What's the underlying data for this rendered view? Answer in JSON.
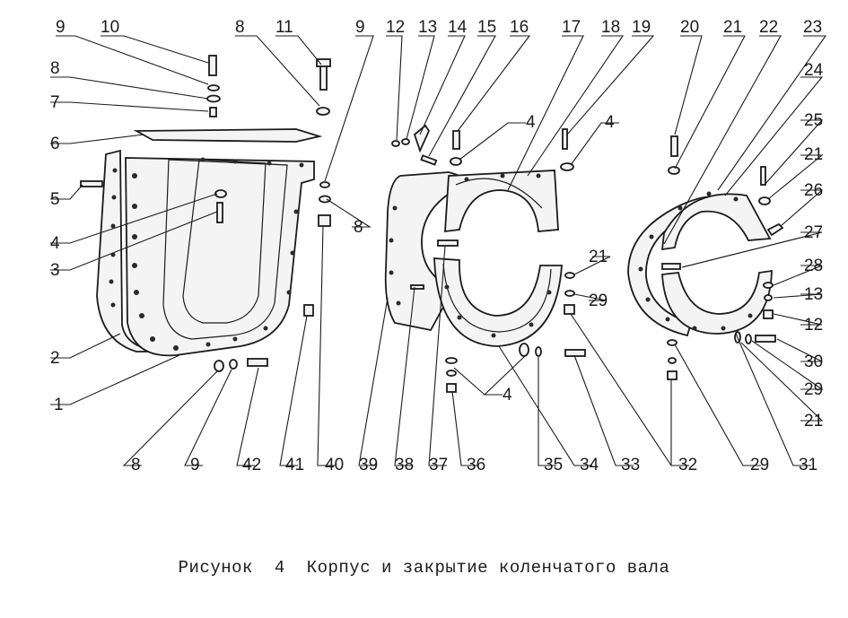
{
  "figure": {
    "caption_prefix": "Рисунок",
    "caption_number": "4",
    "caption_title": "Корпус и закрытие коленчатого вала"
  },
  "callouts": [
    {
      "id": "c-top-9a",
      "label": "9"
    },
    {
      "id": "c-top-10",
      "label": "10"
    },
    {
      "id": "c-top-8a",
      "label": "8"
    },
    {
      "id": "c-top-11",
      "label": "11"
    },
    {
      "id": "c-top-9b",
      "label": "9"
    },
    {
      "id": "c-top-12",
      "label": "12"
    },
    {
      "id": "c-top-13",
      "label": "13"
    },
    {
      "id": "c-top-14",
      "label": "14"
    },
    {
      "id": "c-top-15",
      "label": "15"
    },
    {
      "id": "c-top-16",
      "label": "16"
    },
    {
      "id": "c-top-17",
      "label": "17"
    },
    {
      "id": "c-top-18",
      "label": "18"
    },
    {
      "id": "c-top-19",
      "label": "19"
    },
    {
      "id": "c-top-20",
      "label": "20"
    },
    {
      "id": "c-top-21",
      "label": "21"
    },
    {
      "id": "c-top-22",
      "label": "22"
    },
    {
      "id": "c-top-23",
      "label": "23"
    },
    {
      "id": "c-l-8",
      "label": "8"
    },
    {
      "id": "c-l-7",
      "label": "7"
    },
    {
      "id": "c-l-6",
      "label": "6"
    },
    {
      "id": "c-l-5",
      "label": "5"
    },
    {
      "id": "c-l-4",
      "label": "4"
    },
    {
      "id": "c-l-3",
      "label": "3"
    },
    {
      "id": "c-l-2",
      "label": "2"
    },
    {
      "id": "c-l-1",
      "label": "1"
    },
    {
      "id": "c-m-8",
      "label": "8"
    },
    {
      "id": "c-m-4a",
      "label": "4"
    },
    {
      "id": "c-m-4b",
      "label": "4"
    },
    {
      "id": "c-m-21",
      "label": "21"
    },
    {
      "id": "c-m-29",
      "label": "29"
    },
    {
      "id": "c-m-4c",
      "label": "4"
    },
    {
      "id": "c-r-24",
      "label": "24"
    },
    {
      "id": "c-r-25",
      "label": "25"
    },
    {
      "id": "c-r-21a",
      "label": "21"
    },
    {
      "id": "c-r-26",
      "label": "26"
    },
    {
      "id": "c-r-27",
      "label": "27"
    },
    {
      "id": "c-r-28",
      "label": "28"
    },
    {
      "id": "c-r-13",
      "label": "13"
    },
    {
      "id": "c-r-12",
      "label": "12"
    },
    {
      "id": "c-r-30",
      "label": "30"
    },
    {
      "id": "c-r-29",
      "label": "29"
    },
    {
      "id": "c-r-21b",
      "label": "21"
    },
    {
      "id": "c-b-8",
      "label": "8"
    },
    {
      "id": "c-b-9",
      "label": "9"
    },
    {
      "id": "c-b-42",
      "label": "42"
    },
    {
      "id": "c-b-41",
      "label": "41"
    },
    {
      "id": "c-b-40",
      "label": "40"
    },
    {
      "id": "c-b-39",
      "label": "39"
    },
    {
      "id": "c-b-38",
      "label": "38"
    },
    {
      "id": "c-b-37",
      "label": "37"
    },
    {
      "id": "c-b-36",
      "label": "36"
    },
    {
      "id": "c-b-35",
      "label": "35"
    },
    {
      "id": "c-b-34",
      "label": "34"
    },
    {
      "id": "c-b-33",
      "label": "33"
    },
    {
      "id": "c-b-32",
      "label": "32"
    },
    {
      "id": "c-b-29",
      "label": "29"
    },
    {
      "id": "c-b-31",
      "label": "31"
    }
  ]
}
